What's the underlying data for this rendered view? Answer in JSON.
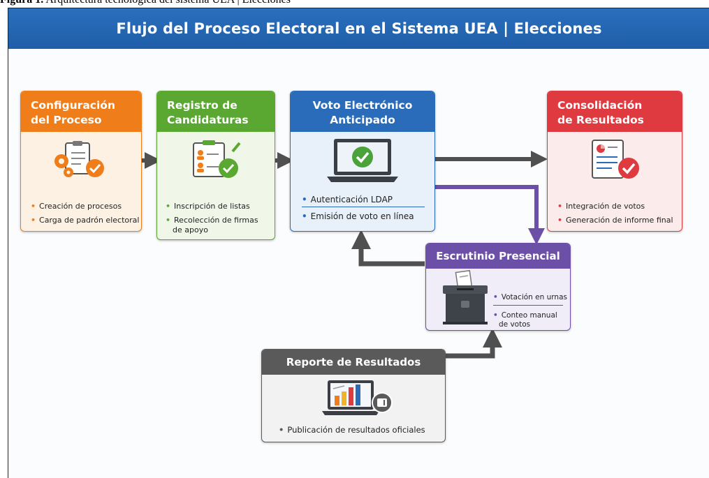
{
  "caption": {
    "label": "Figura 1.",
    "text": "Arquitectura tecnológica del sistema UEA | Elecciones"
  },
  "title": "Flujo del Proceso Electoral en el Sistema UEA | Elecciones",
  "colors": {
    "title_bar": "#2366b1",
    "orange": "#ef7d1a",
    "green": "#5aa832",
    "blue": "#2a6cba",
    "red": "#df3a40",
    "purple": "#6c4fa7",
    "gray": "#5a5a5a",
    "arrow": "#505050"
  },
  "cards": {
    "config": {
      "title_line1": "Configuración",
      "title_line2": "del Proceso",
      "icon": "gears-clipboard-check-icon",
      "bullets": [
        "Creación de procesos",
        "Carga de padrón electoral"
      ]
    },
    "registro": {
      "title_line1": "Registro de",
      "title_line2": "Candidaturas",
      "icon": "candidates-clipboard-check-icon",
      "bullets": [
        "Inscripción de listas",
        "Recolección de firmas",
        "de apoyo"
      ]
    },
    "voto": {
      "title_line1": "Voto Electrónico",
      "title_line2": "Anticipado",
      "icon": "laptop-check-icon",
      "bullets": [
        "Autenticación LDAP",
        "Emisión de voto en línea"
      ]
    },
    "consolidacion": {
      "title_line1": "Consolidación",
      "title_line2": "de Resultados",
      "icon": "report-check-icon",
      "bullets": [
        "Integración de votos",
        "Generación de informe final"
      ]
    },
    "escrutinio": {
      "title": "Escrutinio Presencial",
      "icon": "ballot-box-icon",
      "bullets": [
        "Votación en urnas",
        "Conteo manual",
        "de votos"
      ]
    },
    "reporte": {
      "title": "Reporte de Resultados",
      "icon": "laptop-bar-chart-icon",
      "bullets": [
        "Publicación de resultados oficiales"
      ]
    }
  }
}
